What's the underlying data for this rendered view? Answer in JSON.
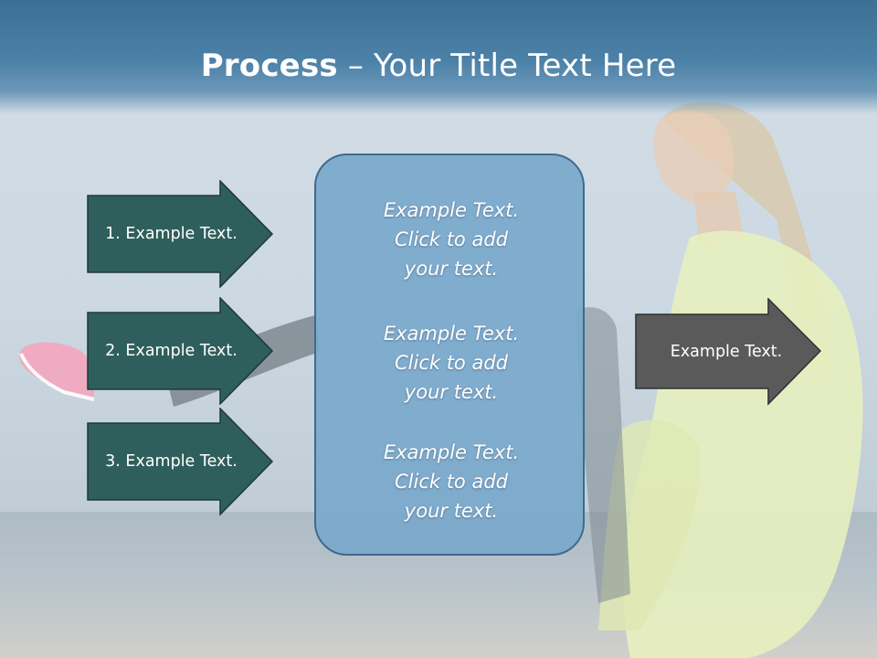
{
  "slide": {
    "title_bold": "Process",
    "title_rest": " – Your Title Text Here"
  },
  "steps": [
    {
      "label": "1. Example Text."
    },
    {
      "label": "2. Example Text."
    },
    {
      "label": "3. Example Text."
    }
  ],
  "center_box": {
    "paragraphs": [
      {
        "line1": "Example Text.",
        "line2": "Click  to add",
        "line3": "your text."
      },
      {
        "line1": "Example Text.",
        "line2": "Click  to add",
        "line3": "your text."
      },
      {
        "line1": "Example Text.",
        "line2": "Click  to add",
        "line3": "your text."
      }
    ]
  },
  "result": {
    "label": "Example Text."
  },
  "colors": {
    "title_bar": "#4d82a8",
    "step_arrow_fill": "#2f5f5c",
    "center_box_fill": "#7aa8cc",
    "result_arrow_fill": "#5a5a5a"
  }
}
